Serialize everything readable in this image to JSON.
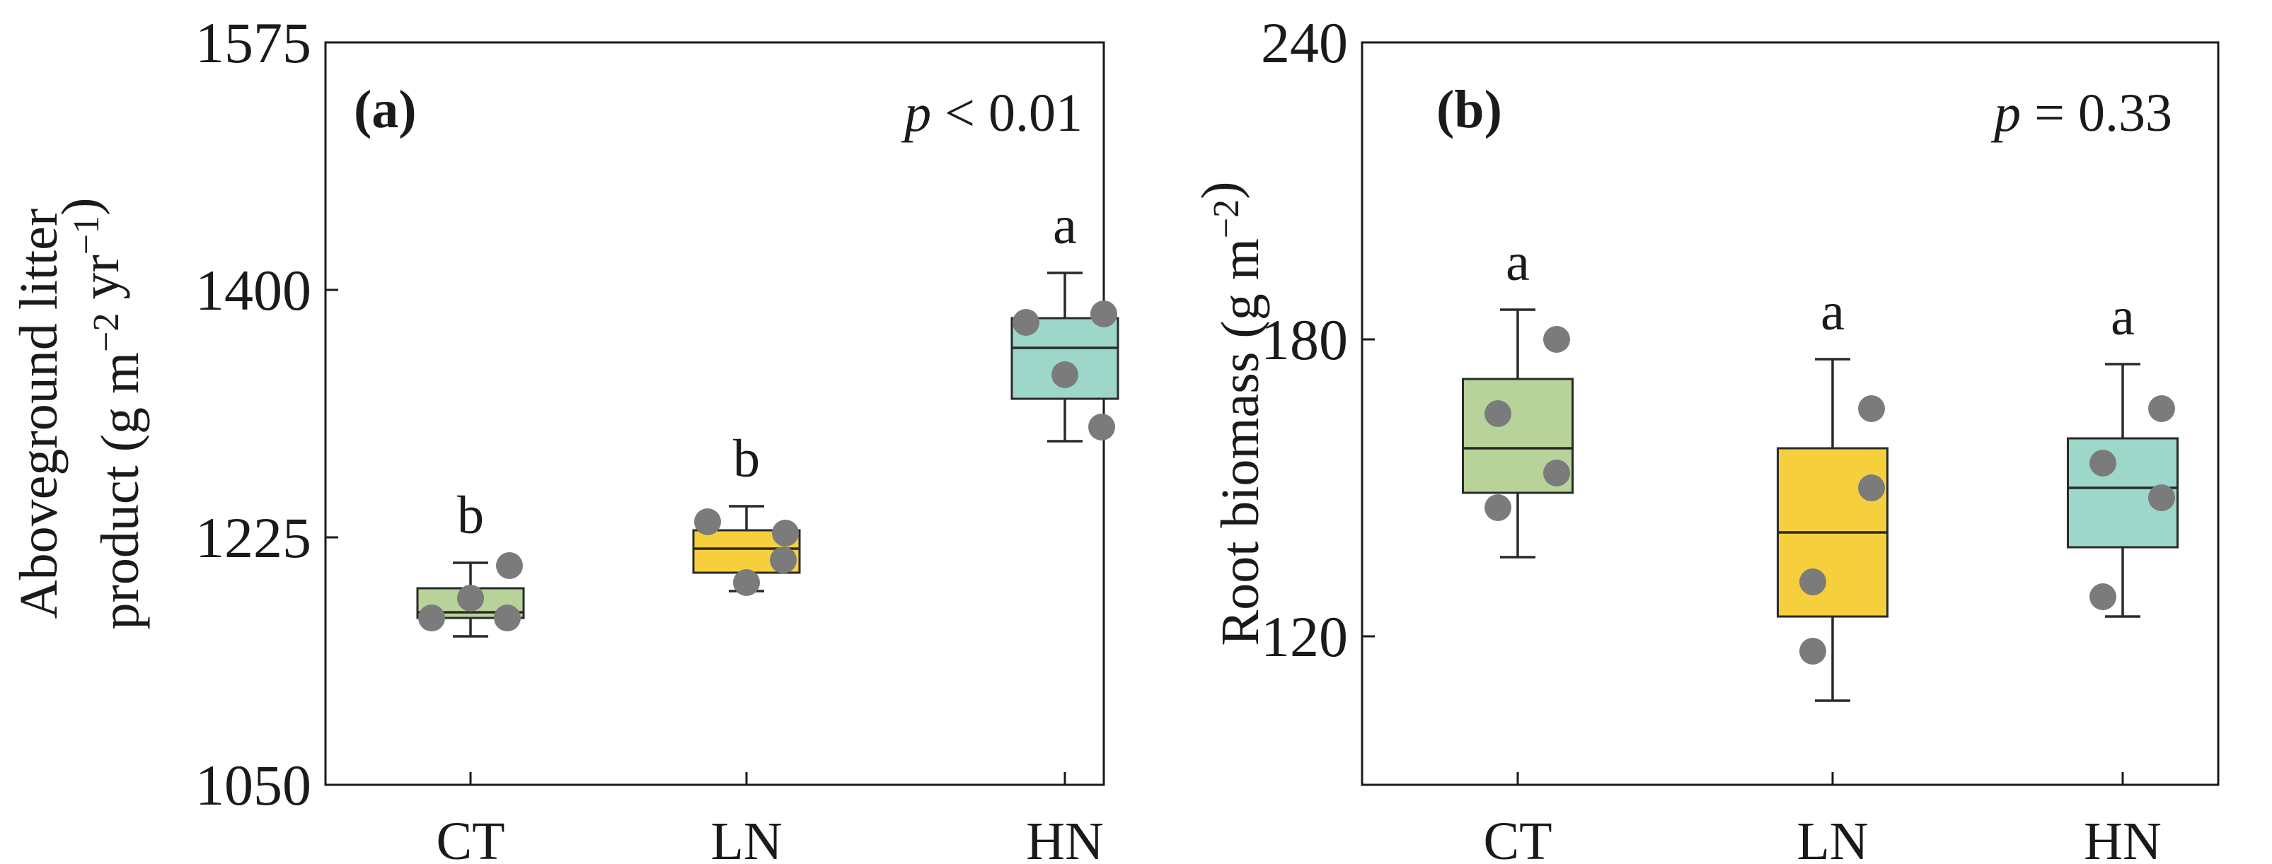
{
  "chart_data": [
    {
      "type": "box",
      "panel_label": "(a)",
      "p_value": {
        "symbol": "p",
        "text": " < 0.01"
      },
      "ylabel_lines": [
        [
          "Aboveground litter"
        ],
        [
          "product (g m",
          {
            "sup": "−2"
          },
          " yr",
          {
            "sup": "−1"
          },
          ")"
        ]
      ],
      "ylim": [
        1050,
        1575
      ],
      "yticks": [
        1050,
        1225,
        1400,
        1575
      ],
      "categories": [
        "CT",
        "LN",
        "HN"
      ],
      "colors": [
        "#b8d39a",
        "#f5cf3c",
        "#9dd7c9"
      ],
      "letters": [
        "b",
        "b",
        "a"
      ],
      "boxes": [
        {
          "whisker_low": 1155,
          "q1": 1168,
          "median": 1172,
          "q3": 1189,
          "whisker_high": 1207
        },
        {
          "whisker_low": 1187,
          "q1": 1200,
          "median": 1217,
          "q3": 1230,
          "whisker_high": 1247
        },
        {
          "whisker_low": 1293,
          "q1": 1323,
          "median": 1359,
          "q3": 1380,
          "whisker_high": 1412
        }
      ],
      "points": [
        [
          1168,
          1205,
          1182,
          1168
        ],
        [
          1236,
          1228,
          1193,
          1209
        ],
        [
          1377,
          1383,
          1340,
          1303
        ]
      ]
    },
    {
      "type": "box",
      "panel_label": "(b)",
      "p_value": {
        "symbol": "p",
        "text": " = 0.33"
      },
      "ylabel_lines": [
        [
          "Root biomass (g m",
          {
            "sup": "−2"
          },
          ")"
        ]
      ],
      "ylim": [
        90,
        240
      ],
      "yticks": [
        120,
        180,
        240
      ],
      "categories": [
        "CT",
        "LN",
        "HN"
      ],
      "colors": [
        "#b8d39a",
        "#f5cf3c",
        "#9dd7c9"
      ],
      "letters": [
        "a",
        "a",
        "a"
      ],
      "boxes": [
        {
          "whisker_low": 136,
          "q1": 149,
          "median": 158,
          "q3": 172,
          "whisker_high": 186
        },
        {
          "whisker_low": 107,
          "q1": 124,
          "median": 141,
          "q3": 158,
          "whisker_high": 176
        },
        {
          "whisker_low": 124,
          "q1": 138,
          "median": 150,
          "q3": 160,
          "whisker_high": 175
        }
      ],
      "points": [
        [
          146,
          165,
          153,
          180
        ],
        [
          117,
          131,
          150,
          166
        ],
        [
          128,
          155,
          148,
          166
        ]
      ]
    }
  ]
}
